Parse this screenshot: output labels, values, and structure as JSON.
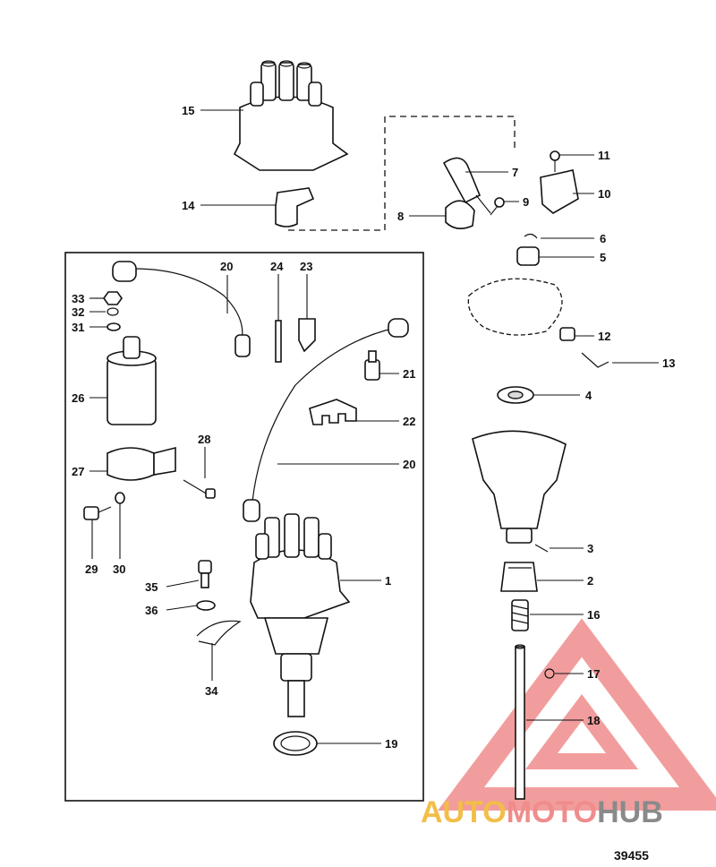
{
  "diagram": {
    "figure_number": "39455",
    "callouts": [
      "1",
      "2",
      "3",
      "4",
      "5",
      "6",
      "7",
      "8",
      "9",
      "10",
      "11",
      "12",
      "13",
      "14",
      "15",
      "16",
      "17",
      "18",
      "19",
      "20",
      "20",
      "21",
      "22",
      "23",
      "24",
      "26",
      "27",
      "28",
      "29",
      "30",
      "31",
      "32",
      "33",
      "34",
      "35",
      "36"
    ]
  },
  "watermark": {
    "brand_part1": "AUTO",
    "brand_part2": "MOTO",
    "brand_part3": "HUB",
    "color_red": "#f08c8c",
    "color_gold": "#f2be48",
    "color_gray": "#8a8a8a"
  }
}
